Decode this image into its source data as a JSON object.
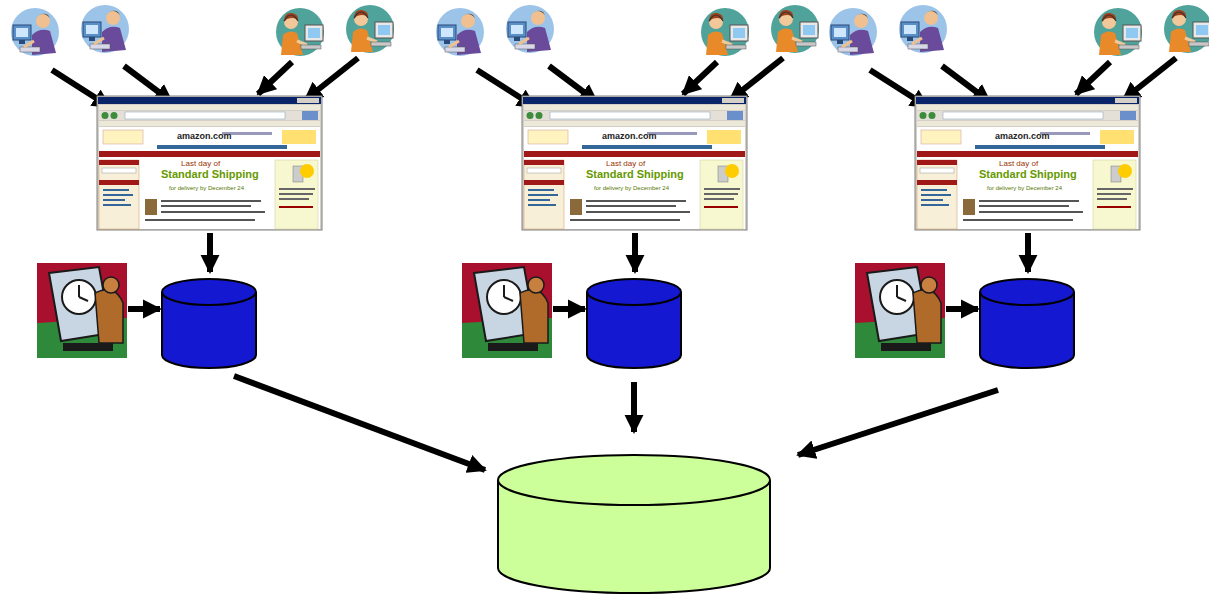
{
  "diagram": {
    "labels": [
      "amazon.com",
      "Last day of",
      "Standard Shipping",
      "for delivery by December 24",
      "amazon.com",
      "Last day of",
      "Standard Shipping",
      "for delivery by December 24",
      "amazon.com",
      "Last day of",
      "Standard Shipping",
      "for delivery by December 24"
    ]
  }
}
